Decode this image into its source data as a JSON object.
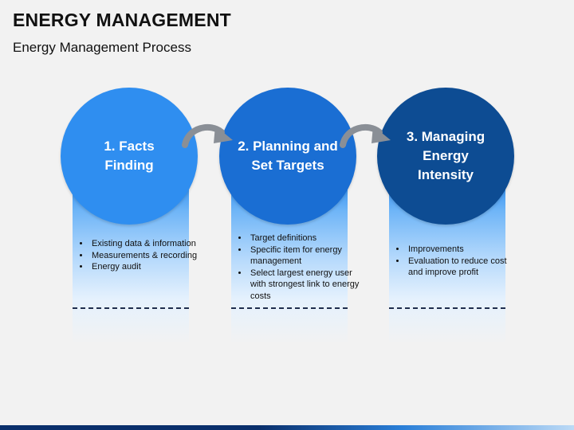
{
  "title": "ENERGY MANAGEMENT",
  "subtitle": "Energy Management Process",
  "steps": [
    {
      "label": "1. Facts Finding",
      "color": "#2f8ef0",
      "items": [
        "Existing data & information",
        "Measurements & recording",
        "Energy audit"
      ]
    },
    {
      "label": "2. Planning and Set Targets",
      "color": "#1a6ed3",
      "items": [
        "Target definitions",
        "Specific item for energy management",
        "Select largest energy user with strongest link to energy costs"
      ]
    },
    {
      "label": "3. Managing Energy Intensity",
      "color": "#0d4c93",
      "items": [
        "Improvements",
        "Evaluation to reduce cost and improve profit"
      ]
    }
  ],
  "arrow_icon": "curved-arrow-right-icon"
}
